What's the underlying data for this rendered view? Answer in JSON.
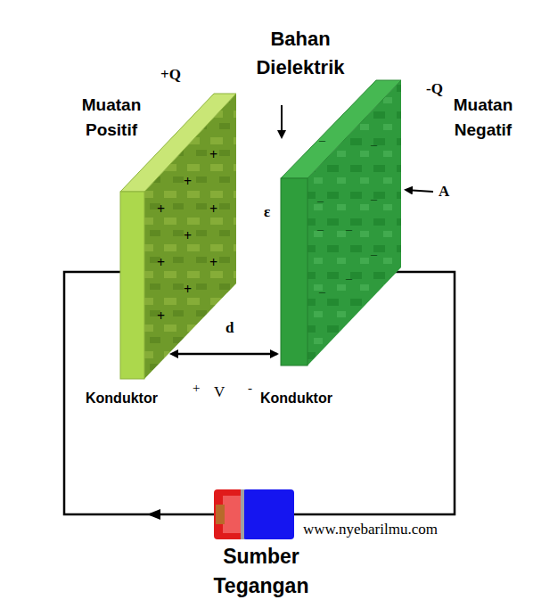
{
  "diagram": {
    "labels": [
      "Bahan Dielektrik",
      "+Q",
      "-Q",
      "Muatan Positif",
      "Muatan Negatif",
      "ε",
      "A",
      "d",
      "Konduktor",
      "+",
      "V",
      "-",
      "Konduktor",
      "Sumber Tegangan",
      "www.nyebarilmu.com",
      "+",
      "+",
      "+",
      "+",
      "+",
      "+",
      "+",
      "+",
      "+",
      "–",
      "–",
      "–",
      "–",
      "–",
      "–",
      "–",
      "–",
      "–"
    ]
  }
}
